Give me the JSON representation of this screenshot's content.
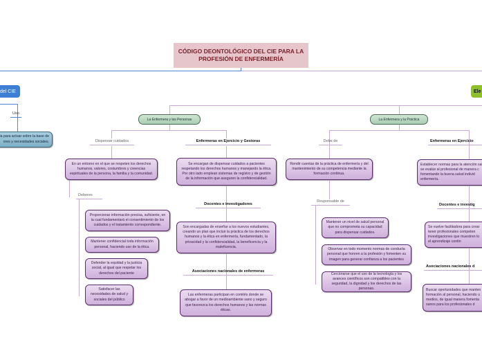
{
  "title": "CÓDIGO DEONTOLÓGICO DEL CIE PARA LA PROFESIÓN DE ENFERMERÍA",
  "left_node": {
    "label": "del CIE",
    "sub_label": "Uso",
    "sub_text": "ía para actuar sobre la base de\nores y necesidades sociales."
  },
  "right_node": {
    "label": "Ele"
  },
  "personas": {
    "label": "La Enfermera y las Personas",
    "dispensar": {
      "label": "Dispensar cuidados",
      "text": "En un entorno en el que se respeten los derechos humanos, valores, costumbres y creencias espirituales de la persona, la familia y la comunidad.",
      "deberes_label": "Deberes",
      "deberes": [
        "Proporcionar información  precisa, suficiente, en la cual fundamentará el consentimiento de los cuidados y el tratamiento correspondiente.",
        "Mantener confidencial toda información personal, haciendo uso de la ética.",
        "Defender la equidad y la justicia social, al igual que respetar los derechos del paciente",
        "Satisfacer las necesidades de salud y sociales del público"
      ]
    },
    "gestoras": {
      "label": "Enfermeras en Ejercicio y Gestoras",
      "text": "Se encargan de dispensar cuidados a pacientes respetando los derechos humanos y manejando la ética. Por otro lado emplean sistemas de registro y de gestión de la información que aseguren la confidencialidad."
    },
    "docentes": {
      "label": "Docentes e investigadores",
      "text": "Son encargadas de enseñar a los nuevos estudiantes, creando un plan que incluir la práctica de los derechos humanos y la ética en enfermería, fundamentado, la privacidad y la confidencialidad, la beneficencia y la maleficencia."
    },
    "asociaciones": {
      "label": "Asociaciones nacionales de enfermeras",
      "text": "Las enfermeras participan en  comités donde se abogar a favor de un medioambiente sano y seguro que favorezca los derechos humanos y las normas éticas."
    }
  },
  "practica": {
    "label": "La Enfermera y la Práctica",
    "debe": {
      "label": "Debe de",
      "text": "Rendir cuentas de la práctica de enfermería y del mantenimiento de su competencia mediante la formación continua.",
      "responsable_label": "Responsable de",
      "responsable": [
        "Mantener un nivel de salud personal que no comprometa su capacidad para dispensar cuidados.",
        "Observar en todo momento normas de conducta personal que honren a la profesión y fomenten su imagen para generar confianza a los pacientes",
        "Cerciorarse que el uso de la tecnología y los avances científicos son compatibles con la seguridad, la dignidad y los derechos de las personas."
      ]
    },
    "gestoras": {
      "label": "Enfermeras en Ejercicio",
      "text": "Establecer normas para la atención sal\nse evalúe al profesional de manera c\nfomentando la buena salud individ\nenfermería."
    },
    "docentes": {
      "label": "Docentes e investig",
      "text": "Se vuelve facilitadora para crear\ntener profesionales competen\ninvestigaciones que muestren lo\nel aprendizaje contin"
    },
    "asociaciones": {
      "label": "Asociaciones nacionales d",
      "text": "Buscar oportunidades que manten\nformación al personal, haciendo u\nmedios, de igual manera fomenta\nsanos para los profesionales d"
    }
  }
}
